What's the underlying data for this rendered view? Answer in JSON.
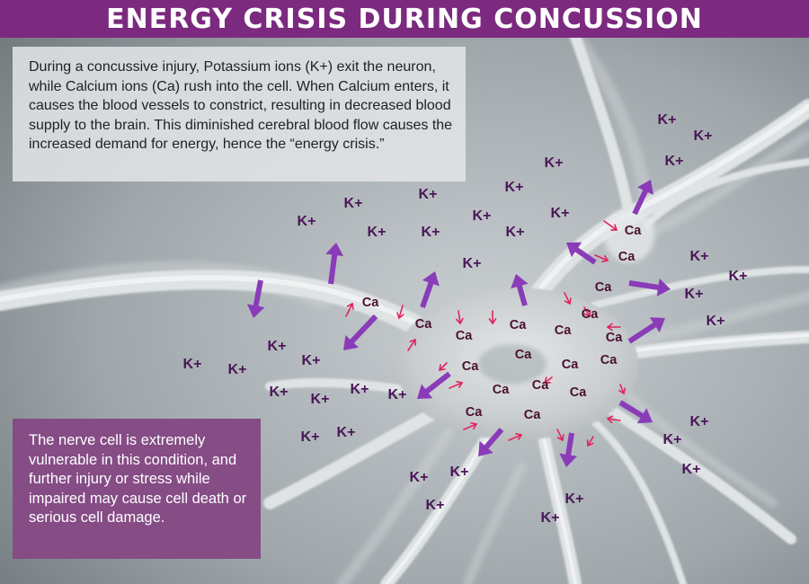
{
  "title": "ENERGY CRISIS DURING CONCUSSION",
  "intro_text": "During a concussive injury, Potassium ions (K+) exit the neuron, while Calcium ions (Ca) rush into the cell. When Calcium enters, it causes the blood vessels to constrict, resulting in decreased blood supply to the brain. This diminished cerebral blood flow causes the increased demand for energy, hence the “energy crisis.”",
  "warning_text": "The nerve cell is extremely vulnerable in this condition, and further injury or stress while impaired may cause cell death or serious cell damage.",
  "potassium_label": "K+",
  "calcium_label": "Ca",
  "colors": {
    "banner": "#7b2a7f",
    "potassium_text": "#4a1758",
    "calcium_text": "#4a1030",
    "efflux_arrow": "#8a3bb8",
    "influx_arrow": "#e0245e",
    "warning_box": "#854c85"
  }
}
